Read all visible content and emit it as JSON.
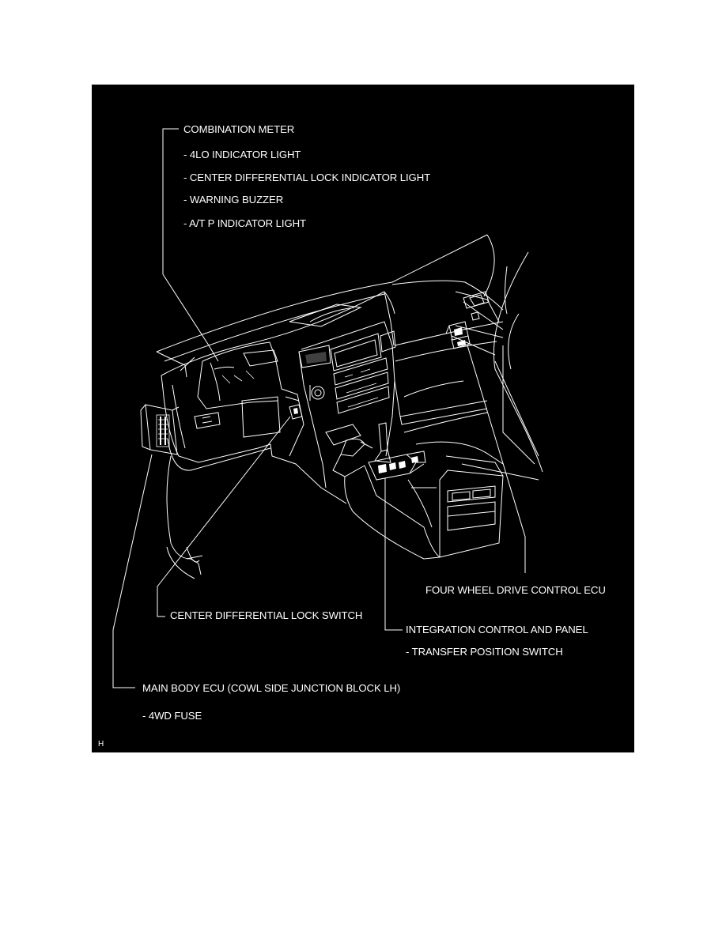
{
  "diagram": {
    "background_color": "#000000",
    "line_color": "#ffffff",
    "labels": {
      "combination_meter": "COMBINATION METER",
      "lo_indicator": "- 4LO INDICATOR LIGHT",
      "center_diff_indicator": "- CENTER DIFFERENTIAL LOCK INDICATOR LIGHT",
      "warning_buzzer": "- WARNING BUZZER",
      "at_p_indicator": "- A/T P INDICATOR LIGHT",
      "four_wheel_drive_ecu": "FOUR WHEEL DRIVE CONTROL ECU",
      "center_diff_switch": "CENTER DIFFERENTIAL LOCK SWITCH",
      "integration_control": "INTEGRATION CONTROL AND PANEL",
      "transfer_position_switch": "- TRANSFER POSITION SWITCH",
      "main_body_ecu": "MAIN BODY ECU (COWL SIDE JUNCTION BLOCK LH)",
      "wd_fuse": "- 4WD FUSE",
      "corner_mark": "H"
    }
  }
}
